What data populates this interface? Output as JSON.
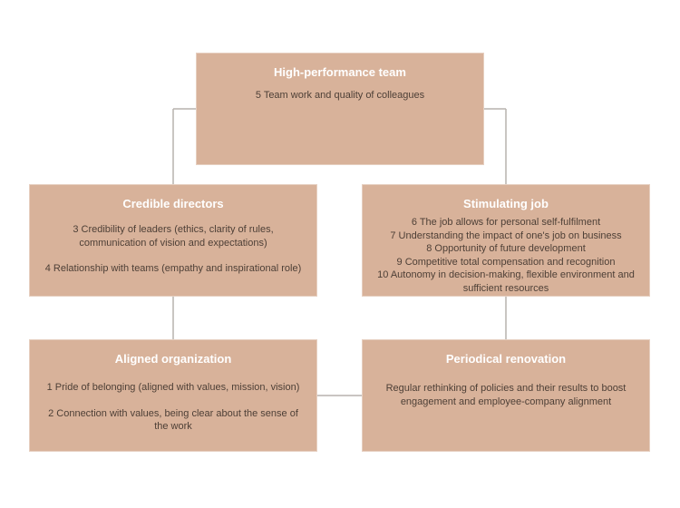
{
  "diagram": {
    "top": {
      "title": "High-performance team",
      "items": [
        "5 Team work and quality of colleagues"
      ]
    },
    "left1": {
      "title": "Credible directors",
      "items": [
        "3 Credibility of leaders (ethics, clarity of rules, communication of vision and expectations)",
        "4 Relationship with teams (empathy and inspirational role)"
      ]
    },
    "right1": {
      "title": "Stimulating job",
      "items": [
        "6 The job allows for personal self-fulfilment",
        "7 Understanding the impact of one's job on business",
        "8 Opportunity of future development",
        "9 Competitive total compensation and recognition",
        "10 Autonomy in decision-making, flexible environment and sufficient resources"
      ]
    },
    "left2": {
      "title": "Aligned organization",
      "items": [
        "1 Pride of belonging (aligned with values, mission, vision)",
        "2 Connection with values, being clear about the sense of the work"
      ]
    },
    "right2": {
      "title": "Periodical renovation",
      "items": [
        "Regular rethinking of policies and their results to boost engagement and employee-company alignment"
      ]
    }
  },
  "colors": {
    "box_fill": "#d8b29a",
    "title_text": "#ffffff",
    "body_text": "#4d3f36",
    "connector": "#b7b2ad"
  }
}
